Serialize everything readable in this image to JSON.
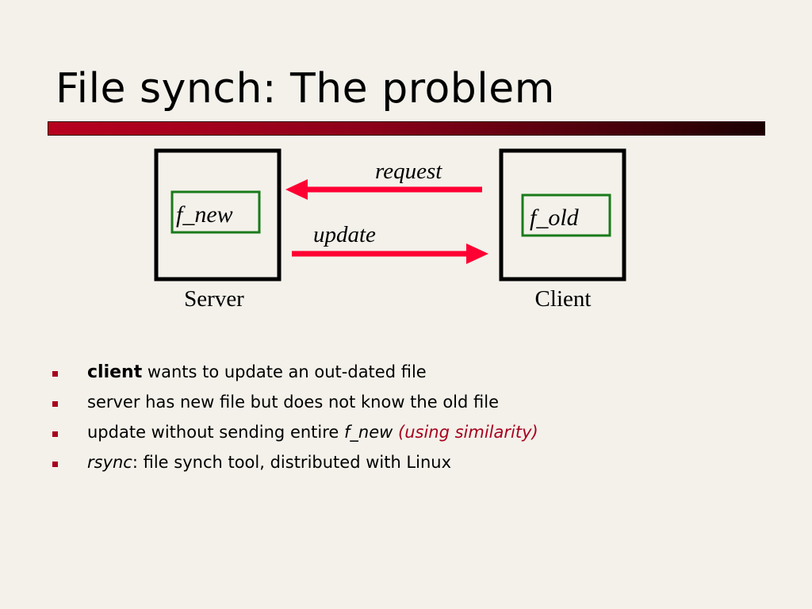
{
  "slide": {
    "title": "File synch: The problem"
  },
  "diagram": {
    "server": {
      "label": "Server",
      "file": "f_new"
    },
    "client": {
      "label": "Client",
      "file": "f_old"
    },
    "arrows": {
      "request": "request",
      "update": "update"
    },
    "colors": {
      "arrow": "#ff0033",
      "file_box": "#1a7a1a",
      "bullet": "#a8001e"
    }
  },
  "bullets": [
    {
      "lead": "client",
      "rest": " wants to update an out-dated file"
    },
    {
      "text": "server has new file but does not know the old file"
    },
    {
      "prefix": "update without sending entire ",
      "italic": "f_new",
      "space": " ",
      "red": "(using similarity)"
    },
    {
      "italic": "rsync",
      "rest": ":  file synch tool, distributed with Linux"
    }
  ]
}
